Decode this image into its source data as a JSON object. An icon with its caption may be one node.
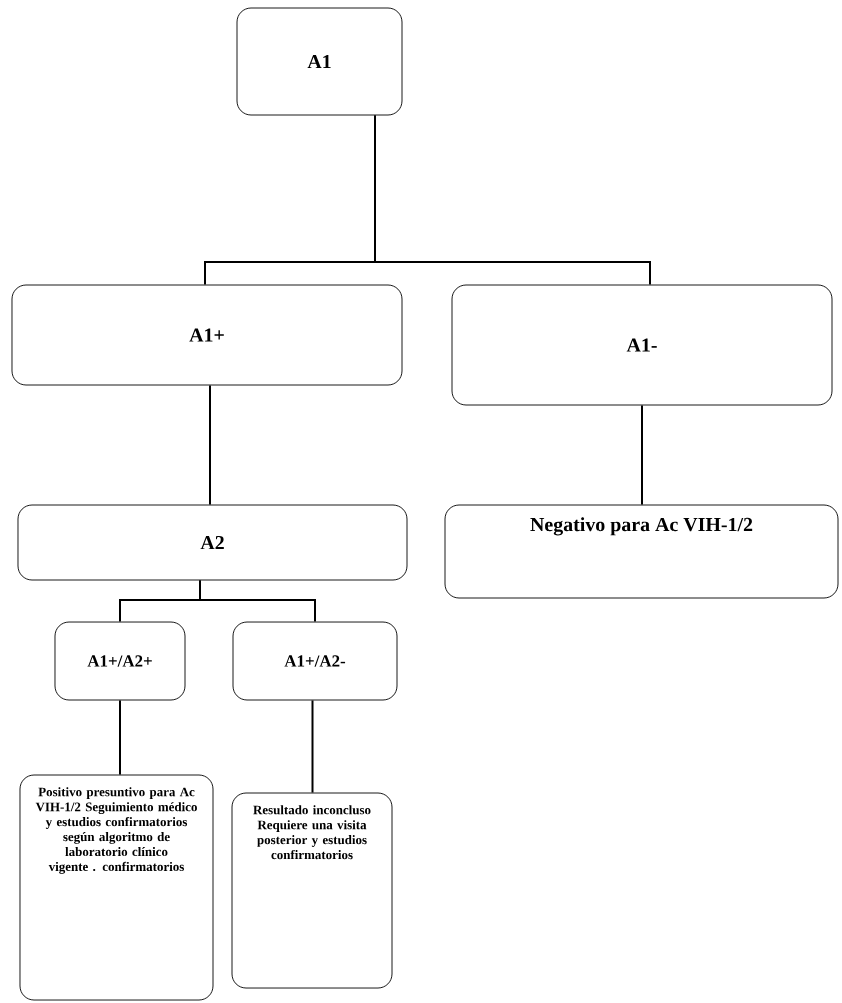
{
  "diagram": {
    "nodes": [
      {
        "text": [
          "A1"
        ]
      },
      {
        "text": [
          "A1+"
        ]
      },
      {
        "text": [
          "A1-"
        ]
      },
      {
        "text": [
          "A2"
        ]
      },
      {
        "text": [
          "Negativo para Ac VIH-1/2"
        ]
      },
      {
        "text": [
          "A1+/A2+"
        ]
      },
      {
        "text": [
          "A1+/A2-"
        ]
      },
      {
        "text": [
          "Positivo presuntivo para Ac VIH-1/2 Seguimiento médico y estudios confirmatorios según algoritmo de laboratorio clínico vigente . confirmatorios"
        ]
      },
      {
        "text": [
          "Resultado inconcluso Requiere una visita posterior y estudios confirmatorios"
        ]
      }
    ],
    "edges": [
      {
        "from": 0,
        "to": 1,
        "arrow": "none"
      },
      {
        "from": 0,
        "to": 2,
        "arrow": "none"
      },
      {
        "from": 1,
        "to": 3,
        "arrow": "none"
      },
      {
        "from": 3,
        "to": 5,
        "arrow": "none"
      },
      {
        "from": 3,
        "to": 6,
        "arrow": "none"
      },
      {
        "from": 5,
        "to": 7,
        "arrow": "none"
      },
      {
        "from": 6,
        "to": 8,
        "arrow": "none"
      },
      {
        "from": 2,
        "to": 4,
        "arrow": "none"
      }
    ]
  }
}
